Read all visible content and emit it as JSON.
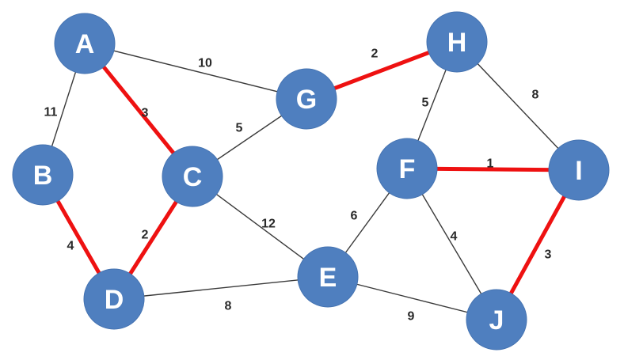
{
  "graph": {
    "colors": {
      "node_fill": "#4f7fbf",
      "node_text": "#ffffff",
      "edge": "#3a3a3a",
      "highlight": "#ee1111"
    },
    "nodes": [
      {
        "id": "A",
        "label": "A"
      },
      {
        "id": "B",
        "label": "B"
      },
      {
        "id": "C",
        "label": "C"
      },
      {
        "id": "D",
        "label": "D"
      },
      {
        "id": "E",
        "label": "E"
      },
      {
        "id": "F",
        "label": "F"
      },
      {
        "id": "G",
        "label": "G"
      },
      {
        "id": "H",
        "label": "H"
      },
      {
        "id": "I",
        "label": "I"
      },
      {
        "id": "J",
        "label": "J"
      }
    ],
    "edges": [
      {
        "from": "A",
        "to": "B",
        "weight": "11",
        "highlighted": false
      },
      {
        "from": "A",
        "to": "G",
        "weight": "10",
        "highlighted": false
      },
      {
        "from": "A",
        "to": "C",
        "weight": "3",
        "highlighted": true
      },
      {
        "from": "B",
        "to": "D",
        "weight": "4",
        "highlighted": true
      },
      {
        "from": "C",
        "to": "G",
        "weight": "5",
        "highlighted": false
      },
      {
        "from": "C",
        "to": "D",
        "weight": "2",
        "highlighted": true
      },
      {
        "from": "C",
        "to": "E",
        "weight": "12",
        "highlighted": false
      },
      {
        "from": "D",
        "to": "E",
        "weight": "8",
        "highlighted": false
      },
      {
        "from": "G",
        "to": "H",
        "weight": "2",
        "highlighted": true
      },
      {
        "from": "H",
        "to": "F",
        "weight": "5",
        "highlighted": false
      },
      {
        "from": "H",
        "to": "I",
        "weight": "8",
        "highlighted": false
      },
      {
        "from": "F",
        "to": "I",
        "weight": "1",
        "highlighted": true
      },
      {
        "from": "F",
        "to": "E",
        "weight": "6",
        "highlighted": false
      },
      {
        "from": "F",
        "to": "J",
        "weight": "4",
        "highlighted": false
      },
      {
        "from": "E",
        "to": "J",
        "weight": "9",
        "highlighted": false
      },
      {
        "from": "I",
        "to": "J",
        "weight": "3",
        "highlighted": true
      }
    ]
  }
}
